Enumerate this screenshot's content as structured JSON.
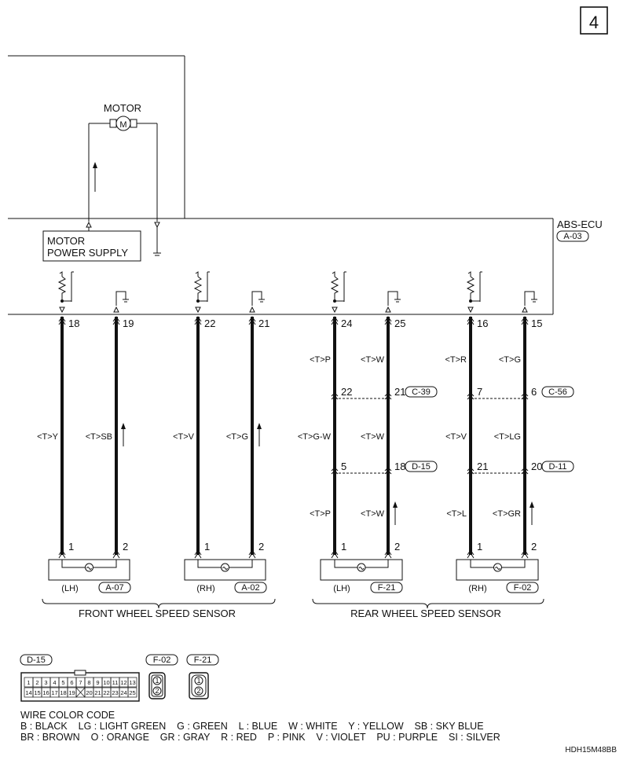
{
  "page_number": "4",
  "ecu": {
    "name": "ABS-ECU",
    "connector": "A-03"
  },
  "motor": {
    "label": "MOTOR",
    "supply_label_line1": "MOTOR",
    "supply_label_line2": "POWER SUPPLY"
  },
  "sensors": [
    {
      "id": "front-lh",
      "side": "(LH)",
      "connector": "A-07",
      "pins": [
        {
          "ecu": "18",
          "wire": "<T>Y",
          "sensor": "1"
        },
        {
          "ecu": "19",
          "wire": "<T>SB",
          "sensor": "2"
        }
      ]
    },
    {
      "id": "front-rh",
      "side": "(RH)",
      "connector": "A-02",
      "pins": [
        {
          "ecu": "22",
          "wire": "<T>V",
          "sensor": "1"
        },
        {
          "ecu": "21",
          "wire": "<T>G",
          "sensor": "2"
        }
      ]
    },
    {
      "id": "rear-lh",
      "side": "(LH)",
      "connector": "F-21",
      "pins": [
        {
          "ecu": "24",
          "wire_top": "<T>P",
          "mid1": "22",
          "wire_mid": "<T>G-W",
          "mid2": "5",
          "wire_bot": "<T>P",
          "sensor": "1"
        },
        {
          "ecu": "25",
          "wire_top": "<T>W",
          "mid1": "21",
          "wire_mid": "<T>W",
          "mid2": "18",
          "wire_bot": "<T>W",
          "sensor": "2"
        }
      ],
      "junction1": "C-39",
      "junction2": "D-15"
    },
    {
      "id": "rear-rh",
      "side": "(RH)",
      "connector": "F-02",
      "pins": [
        {
          "ecu": "16",
          "wire_top": "<T>R",
          "mid1": "7",
          "wire_mid": "<T>V",
          "mid2": "21",
          "wire_bot": "<T>L",
          "sensor": "1"
        },
        {
          "ecu": "15",
          "wire_top": "<T>G",
          "mid1": "6",
          "wire_mid": "<T>LG",
          "mid2": "20",
          "wire_bot": "<T>GR",
          "sensor": "2"
        }
      ],
      "junction1": "C-56",
      "junction2": "D-11"
    }
  ],
  "groups": {
    "front": "FRONT WHEEL SPEED SENSOR",
    "rear": "REAR WHEEL SPEED SENSOR"
  },
  "connector_views": {
    "d15": {
      "code": "D-15",
      "row1": [
        "1",
        "2",
        "3",
        "4",
        "5",
        "6",
        "7",
        "8",
        "9",
        "10",
        "11",
        "12",
        "13"
      ],
      "row2": [
        "14",
        "15",
        "16",
        "17",
        "18",
        "19",
        "",
        "20",
        "21",
        "22",
        "23",
        "24",
        "25"
      ]
    },
    "f02": {
      "code": "F-02",
      "pins": [
        "1",
        "2"
      ]
    },
    "f21": {
      "code": "F-21",
      "pins": [
        "1",
        "2"
      ]
    }
  },
  "legend": {
    "title": "WIRE COLOR CODE",
    "line1": "B : BLACK    LG : LIGHT GREEN    G : GREEN    L : BLUE    W : WHITE    Y : YELLOW    SB : SKY BLUE",
    "line2": "BR : BROWN    O : ORANGE    GR : GRAY    R : RED    P : PINK    V : VIOLET    PU : PURPLE    SI : SILVER"
  },
  "doc_id": "HDH15M48BB"
}
